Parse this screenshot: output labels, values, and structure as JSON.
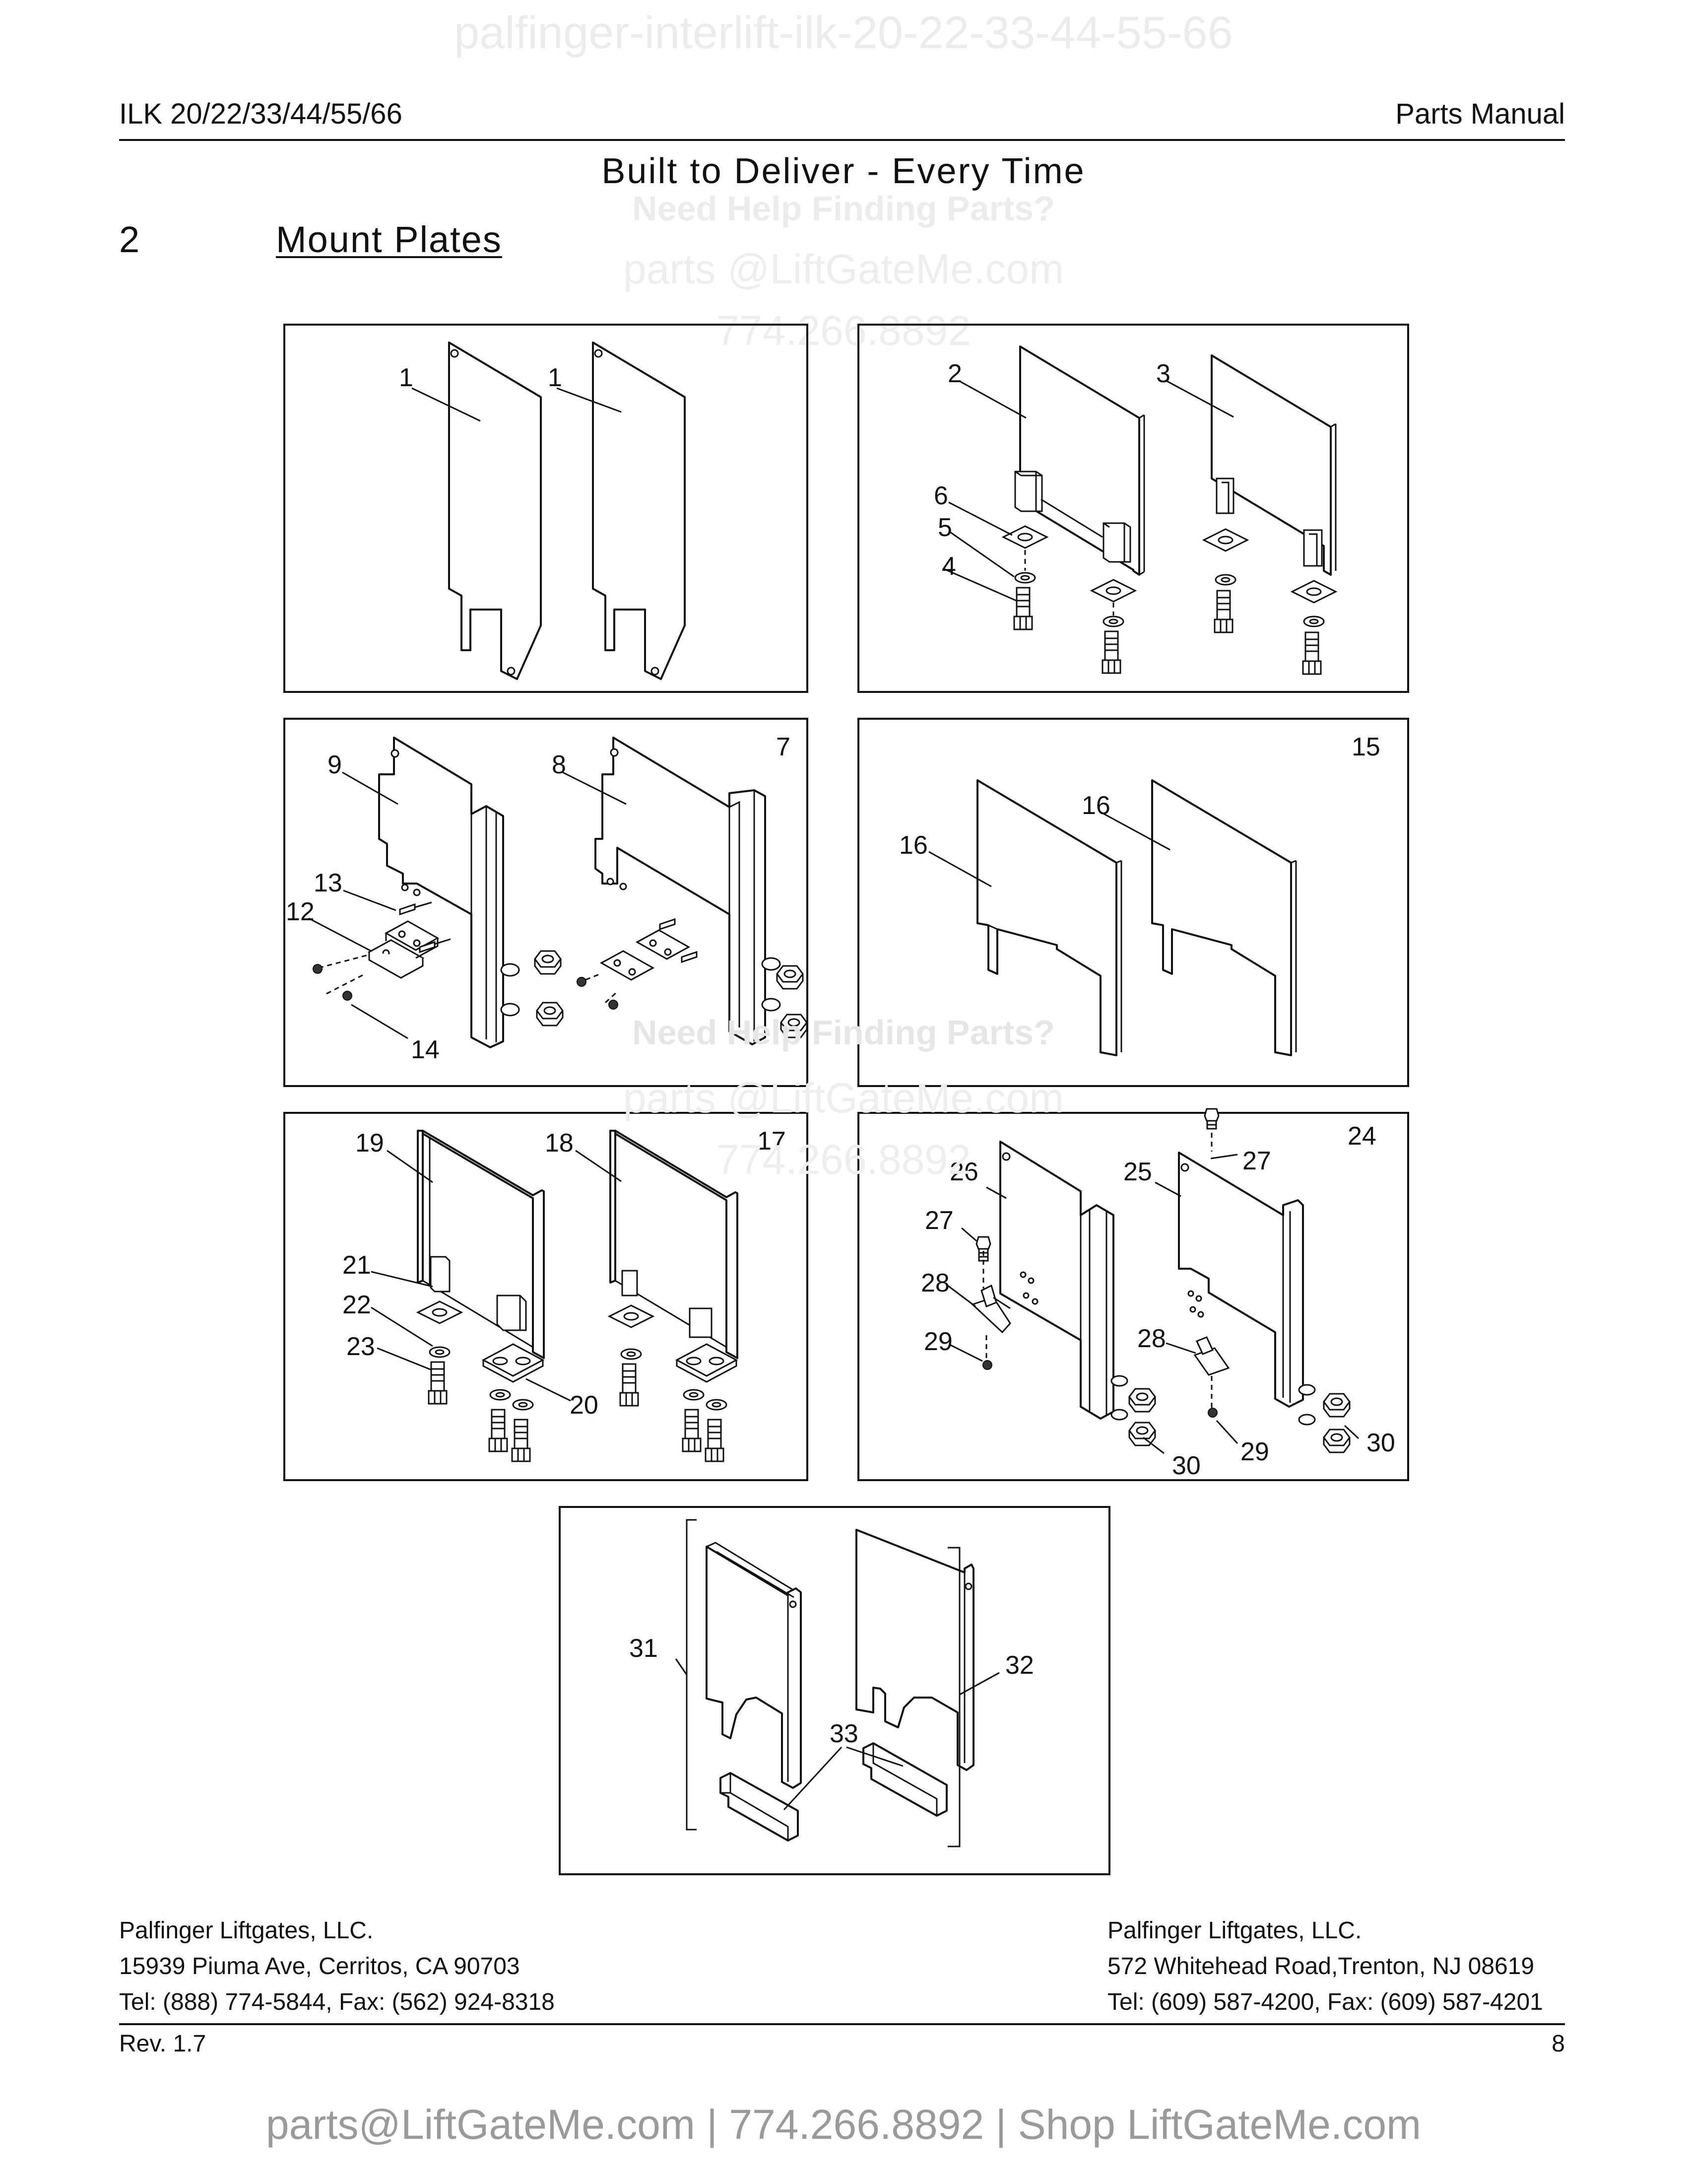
{
  "watermark": {
    "top": "palfinger-interlift-ilk-20-22-33-44-55-66",
    "help": "Need Help Finding Parts?",
    "email": "parts @LiftGateMe.com",
    "phone": "774.266.8892",
    "bottom": "parts@LiftGateMe.com | 774.266.8892 | Shop LiftGateMe.com"
  },
  "header": {
    "model": "ILK 20/22/33/44/55/66",
    "manual": "Parts Manual",
    "slogan": "Built to Deliver - Every Time"
  },
  "section": {
    "number": "2",
    "title": "Mount Plates"
  },
  "callouts": {
    "p1": {
      "a": "1",
      "b": "1"
    },
    "p2": {
      "c2": "2",
      "c3": "3",
      "c6": "6",
      "c5": "5",
      "c4": "4"
    },
    "p3": {
      "c9": "9",
      "c8": "8",
      "c7": "7",
      "c13": "13",
      "c12": "12",
      "c14": "14"
    },
    "p4": {
      "c15": "15",
      "c16a": "16",
      "c16b": "16"
    },
    "p5": {
      "c19": "19",
      "c18": "18",
      "c17": "17",
      "c21": "21",
      "c22": "22",
      "c23": "23",
      "c20": "20"
    },
    "p6": {
      "c24": "24",
      "c27a": "27",
      "c26": "26",
      "c25": "25",
      "c27b": "27",
      "c28a": "28",
      "c29a": "29",
      "c28b": "28",
      "c30a": "30",
      "c29b": "29",
      "c30b": "30"
    },
    "p7": {
      "c31": "31",
      "c32": "32",
      "c33": "33"
    }
  },
  "footer": {
    "left": {
      "company": "Palfinger Liftgates, LLC.",
      "address": "15939 Piuma Ave, Cerritos, CA 90703",
      "contact": "Tel: (888) 774-5844, Fax: (562) 924-8318"
    },
    "right": {
      "company": "Palfinger Liftgates, LLC.",
      "address": "572 Whitehead Road,Trenton, NJ 08619",
      "contact": "Tel: (609) 587-4200, Fax: (609) 587-4201"
    },
    "revision": "Rev. 1.7",
    "page": "8"
  }
}
